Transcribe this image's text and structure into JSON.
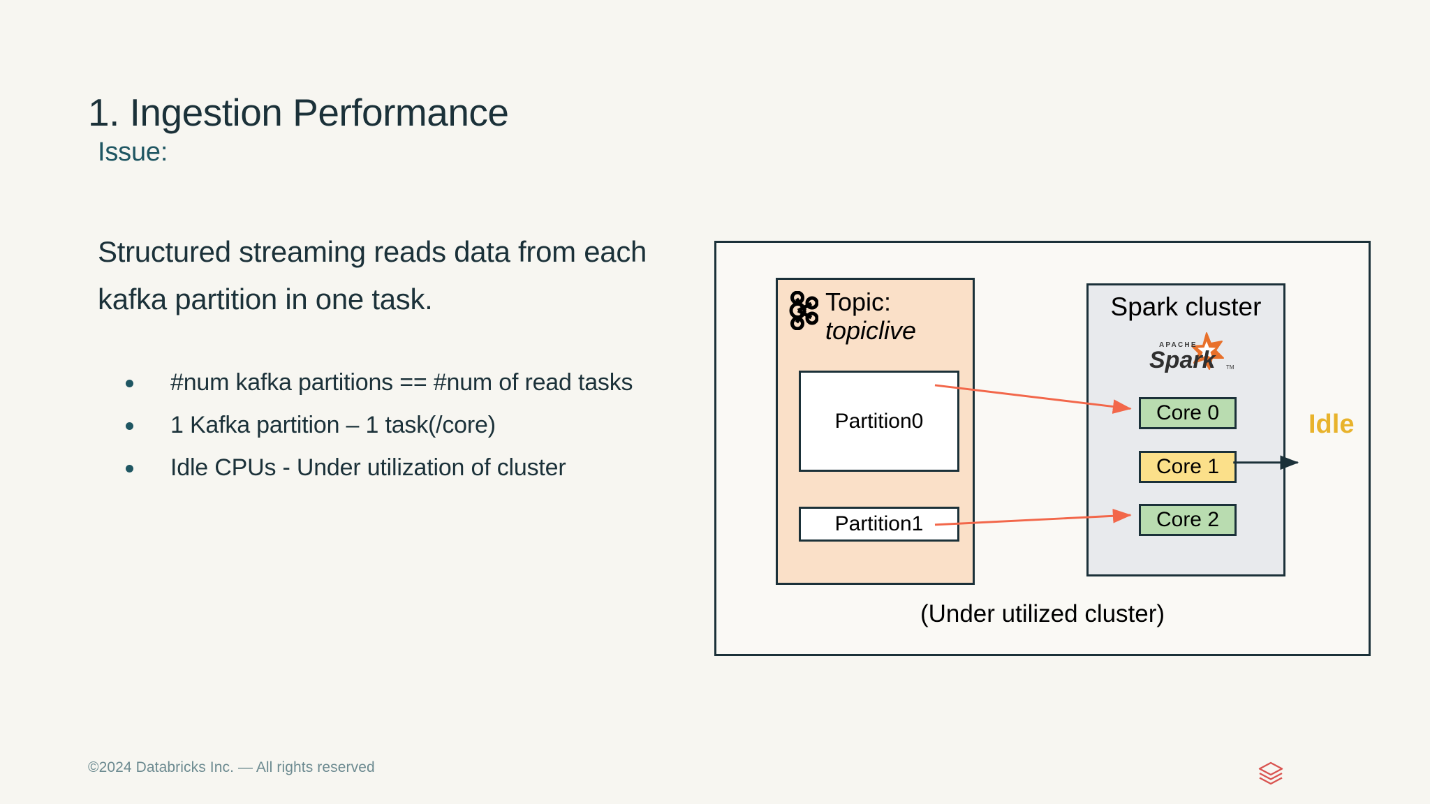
{
  "slide": {
    "title": "1. Ingestion Performance",
    "issue_label": "Issue:",
    "body_paragraph": "Structured streaming reads data from each kafka partition in one task.",
    "bullets": [
      "#num kafka partitions == #num of read tasks",
      "1 Kafka partition – 1 task(/core)",
      "Idle CPUs - Under utilization of cluster"
    ]
  },
  "diagram": {
    "topic": {
      "icon": "kafka-icon",
      "label": "Topic:",
      "name": "topiclive",
      "partitions": [
        {
          "label": "Partition0"
        },
        {
          "label": "Partition1"
        }
      ]
    },
    "cluster": {
      "title": "Spark cluster",
      "logo": "apache-spark-logo",
      "cores": [
        {
          "label": "Core 0",
          "state": "busy",
          "color": "#B9DCB0"
        },
        {
          "label": "Core 1",
          "state": "idle",
          "color": "#FBE08A"
        },
        {
          "label": "Core 2",
          "state": "busy",
          "color": "#B9DCB0"
        }
      ]
    },
    "idle_annotation": "Idle",
    "caption": "(Under utilized cluster)"
  },
  "footer": {
    "copyright": "©2024 Databricks Inc. — All rights reserved",
    "logo": "databricks-logo"
  },
  "colors": {
    "background": "#F7F6F1",
    "title": "#1B3139",
    "issue": "#1F5662",
    "footer_text": "#6C8A90",
    "topic_panel": "#FAE0C8",
    "cluster_panel": "#E8EAED",
    "core_busy": "#B9DCB0",
    "core_idle": "#FBE08A",
    "idle_text": "#E8B32C",
    "arrow_data": "#F2674A",
    "arrow_idle": "#1B3139",
    "databricks_red": "#D9534F",
    "spark_orange": "#E8702A"
  }
}
